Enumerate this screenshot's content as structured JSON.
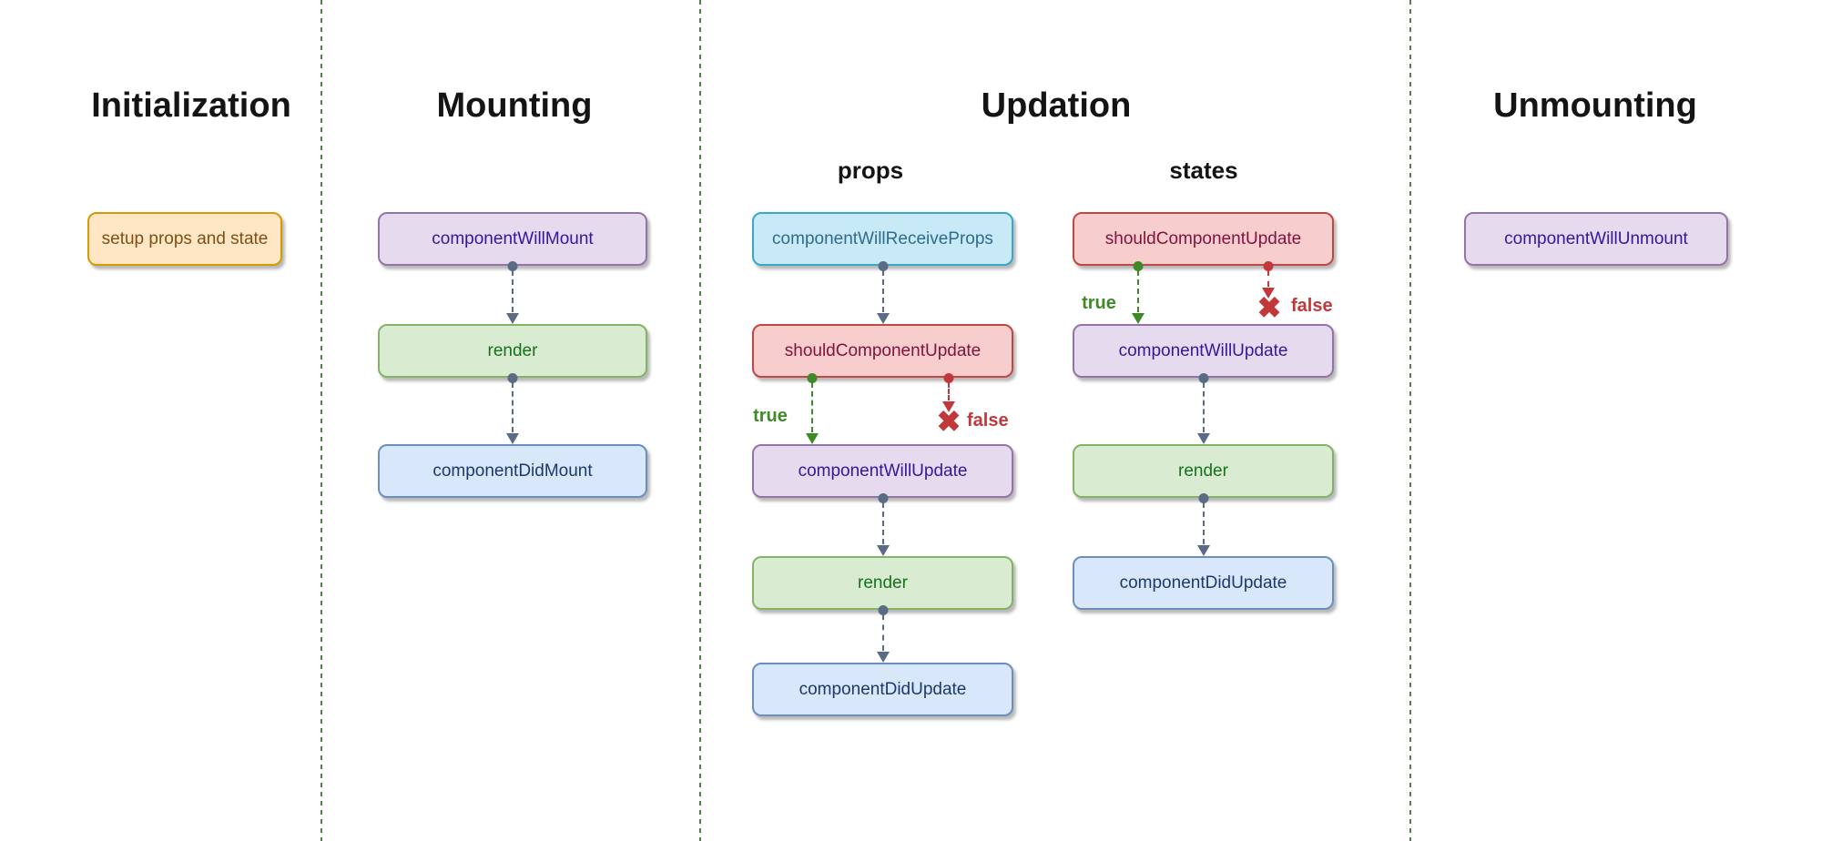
{
  "sections": {
    "initialization": {
      "title": "Initialization",
      "nodes": [
        {
          "label": "setup props and state",
          "style": "orange"
        }
      ]
    },
    "mounting": {
      "title": "Mounting",
      "nodes": [
        {
          "label": "componentWillMount",
          "style": "purple"
        },
        {
          "label": "render",
          "style": "green"
        },
        {
          "label": "componentDidMount",
          "style": "blue"
        }
      ]
    },
    "updation": {
      "title": "Updation",
      "props_column": {
        "header": "props",
        "nodes": [
          {
            "label": "componentWillReceiveProps",
            "style": "cyan"
          },
          {
            "label": "shouldComponentUpdate",
            "style": "red"
          },
          {
            "label": "componentWillUpdate",
            "style": "purple"
          },
          {
            "label": "render",
            "style": "green"
          },
          {
            "label": "componentDidUpdate",
            "style": "blue"
          }
        ],
        "branch": {
          "true_label": "true",
          "false_label": "false"
        }
      },
      "states_column": {
        "header": "states",
        "nodes": [
          {
            "label": "shouldComponentUpdate",
            "style": "red"
          },
          {
            "label": "componentWillUpdate",
            "style": "purple"
          },
          {
            "label": "render",
            "style": "green"
          },
          {
            "label": "componentDidUpdate",
            "style": "blue"
          }
        ],
        "branch": {
          "true_label": "true",
          "false_label": "false"
        }
      }
    },
    "unmounting": {
      "title": "Unmounting",
      "nodes": [
        {
          "label": "componentWillUnmount",
          "style": "purple"
        }
      ]
    }
  },
  "icons": {
    "false_x": "✖"
  },
  "colors": {
    "separator_green": "#4e8048",
    "flow_arrow_gray": "#5a6b85",
    "true_branch_green": "#3f8a28",
    "false_branch_red": "#c2383a",
    "node_styles": {
      "orange": {
        "fill": "#ffe7c6",
        "stroke": "#d79b00",
        "text": "#7d5117"
      },
      "purple": {
        "fill": "#e6daee",
        "stroke": "#9673a6",
        "text": "#34189b"
      },
      "green": {
        "fill": "#d9ecd2",
        "stroke": "#82b366",
        "text": "#15721c"
      },
      "blue": {
        "fill": "#d9e7fb",
        "stroke": "#6c8ebf",
        "text": "#1b3a6b"
      },
      "cyan": {
        "fill": "#c8eaf7",
        "stroke": "#38a8c8",
        "text": "#2f6a8f"
      },
      "red": {
        "fill": "#f7cecd",
        "stroke": "#c04744",
        "text": "#801440"
      }
    }
  }
}
